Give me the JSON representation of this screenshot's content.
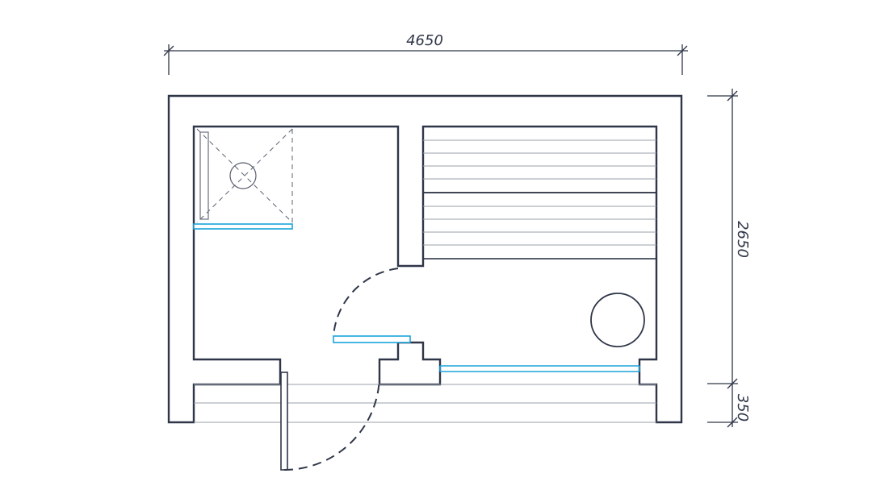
{
  "colors": {
    "wall": "#2f3648",
    "glass": "#1aa3dc",
    "light_line": "#9aa0aa",
    "dim_line": "#2f3648"
  },
  "dimensions": {
    "total_width": "4650",
    "room_depth": "2650",
    "porch_depth": "350"
  }
}
